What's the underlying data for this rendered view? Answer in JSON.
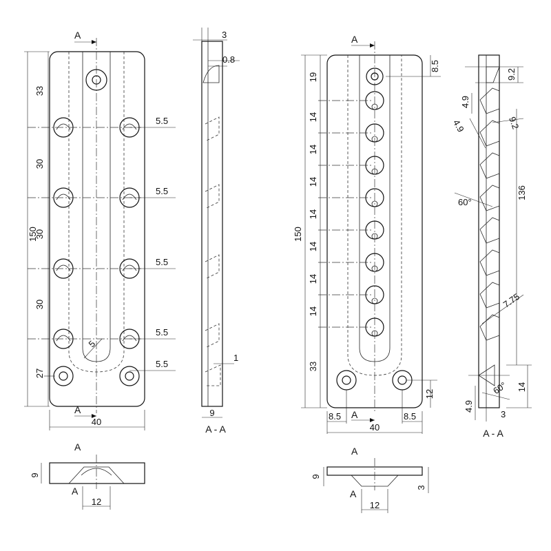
{
  "section_label": "A",
  "section_view_title": "A - A",
  "left_front": {
    "width": "40",
    "height": "150",
    "v_dims": [
      "33",
      "30",
      "30",
      "30",
      "27"
    ],
    "hole_dia": "5.5",
    "slot_radius": "5"
  },
  "left_side": {
    "top": "3",
    "step": "0.8",
    "small": "1",
    "thick": "9"
  },
  "left_bottom": {
    "height": "9",
    "width": "12"
  },
  "right_front": {
    "width": "40",
    "height": "150",
    "top_offset": "8.5",
    "v_dims": [
      "19",
      "14",
      "14",
      "14",
      "14",
      "14",
      "14",
      "14",
      "33"
    ],
    "edge_left": "8.5",
    "edge_right": "8.5",
    "bottom_right": "12"
  },
  "right_side": {
    "top_dim": "9.2",
    "d1": "4.9",
    "d2": "4.9",
    "d3": "9.2",
    "angle": "60°",
    "length": "136",
    "step": "7.75",
    "angle_bottom": "60°",
    "b1": "4.9",
    "b2": "3",
    "b3": "14"
  },
  "right_bottom": {
    "height": "9",
    "width": "12",
    "thick": "3"
  }
}
